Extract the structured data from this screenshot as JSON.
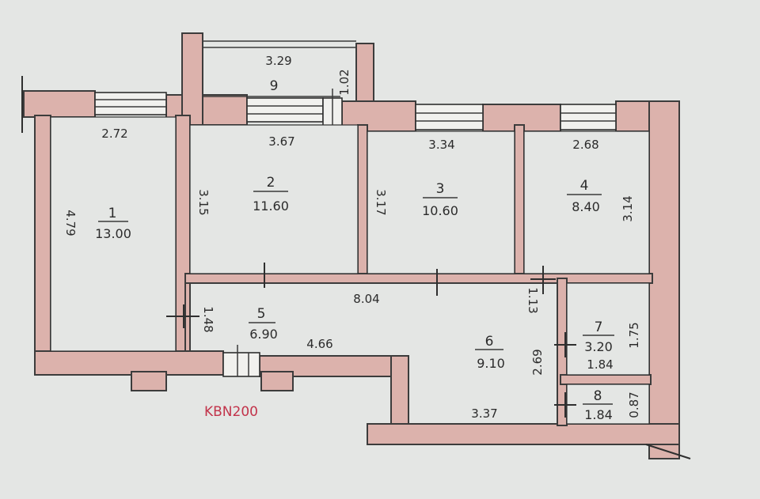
{
  "rooms": [
    {
      "id": "1",
      "area": "13.00"
    },
    {
      "id": "2",
      "area": "11.60"
    },
    {
      "id": "3",
      "area": "10.60"
    },
    {
      "id": "4",
      "area": "8.40"
    },
    {
      "id": "5",
      "area": "6.90"
    },
    {
      "id": "6",
      "area": "9.10"
    },
    {
      "id": "7",
      "area": "3.20"
    },
    {
      "id": "8",
      "area": "1.84"
    },
    {
      "id": "9",
      "area": ""
    }
  ],
  "dimensions": {
    "balcony_length": "3.29",
    "balcony_depth": "1.02",
    "room1_width": "2.72",
    "room1_length": "4.79",
    "room2_width": "3.67",
    "room2_length": "3.15",
    "room3_width": "3.34",
    "room3_length": "3.17",
    "room4_width": "2.68",
    "room4_length": "3.14",
    "corridor_length": "8.04",
    "room5_depth": "1.48",
    "room5_length": "4.66",
    "room6_width": "3.37",
    "room6_depth": "2.69",
    "room6_gap": "1.13",
    "room7_depth": "1.75",
    "room7_width": "1.84",
    "room8_depth": "0.87"
  },
  "stamp": "KBN200",
  "colors": {
    "wall": "#dcb2ac",
    "paper": "#e4e6e4",
    "ink": "#2b2b2b",
    "stamp": "#c2334a"
  }
}
